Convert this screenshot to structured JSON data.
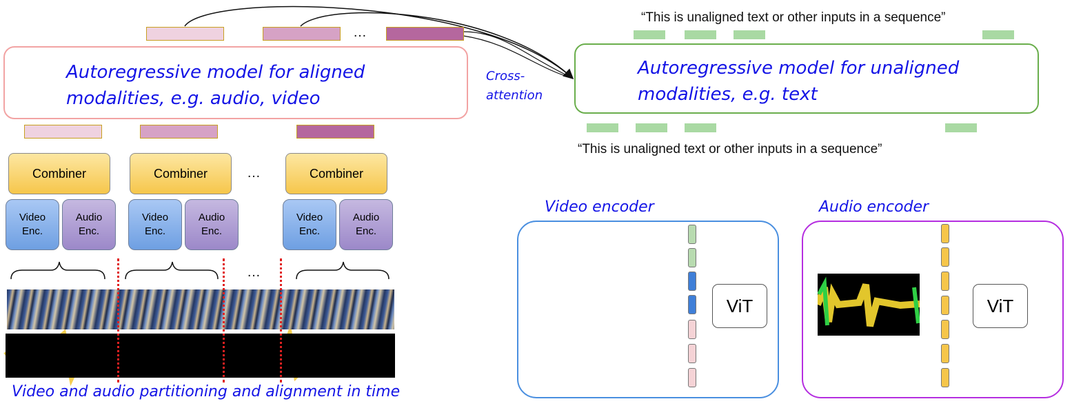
{
  "colors": {
    "annotation_blue": "#1414e6",
    "aligned_model_border": "#f2a3a3",
    "unaligned_model_border": "#6aae4c",
    "video_encoder_border": "#4a8fe0",
    "audio_encoder_border": "#b52ee0",
    "token_light_pink": "#efd2e0",
    "token_mid_pink": "#d6a2c5",
    "token_dark_pink": "#b5679e",
    "text_token_green": "#a9d9a3",
    "combiner_yellow": "#f6c64b",
    "video_enc_blue": "#6e9fe2",
    "audio_enc_purple": "#9c88c9",
    "separator_red": "#e02020"
  },
  "aligned_model": {
    "line1": "Autoregressive model for aligned",
    "line2": "modalities, e.g. audio, video"
  },
  "unaligned_model": {
    "line1": "Autoregressive model for unaligned",
    "line2": "modalities, e.g. text"
  },
  "cross_attention": {
    "line1": "Cross-",
    "line2": "attention"
  },
  "text_sequence": {
    "top_quote": "“This is unaligned text or other inputs in a sequence”",
    "bottom_quote": "“This is unaligned text or other inputs in a sequence”"
  },
  "ellipsis": "…",
  "combiner_label": "Combiner",
  "video_enc_label": "Video\nEnc.",
  "audio_enc_label": "Audio\nEnc.",
  "partition_caption": "Video and audio partitioning and alignment in time",
  "video_encoder": {
    "title": "Video encoder",
    "vit_label": "ViT"
  },
  "audio_encoder": {
    "title": "Audio encoder",
    "vit_label": "ViT"
  }
}
